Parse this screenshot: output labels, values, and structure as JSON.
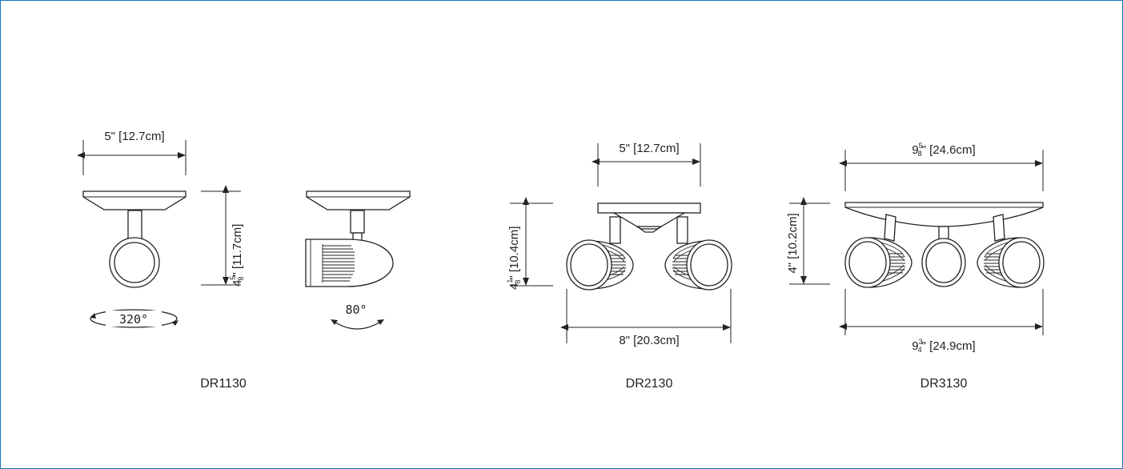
{
  "colors": {
    "border": "#1b72b8",
    "line": "#222222",
    "background": "#ffffff"
  },
  "models": [
    {
      "name": "DR1130",
      "dims": {
        "width": "5\" [12.7cm]",
        "height_whole": "4",
        "height_frac_num": "5",
        "height_frac_den": "8",
        "height_rest": "\" [11.7cm]"
      },
      "rotation_label": "320°",
      "tilt_label": "80°"
    },
    {
      "name": "DR2130",
      "dims": {
        "canopy_width": "5\" [12.7cm]",
        "height_whole": "4",
        "height_frac_num": "1",
        "height_frac_den": "8",
        "height_rest": "\" [10.4cm]",
        "overall_width": "8\" [20.3cm]"
      }
    },
    {
      "name": "DR3130",
      "dims": {
        "top_whole": "9",
        "top_frac_num": "5",
        "top_frac_den": "8",
        "top_rest": "\" [24.6cm]",
        "height": "4\" [10.2cm]",
        "bottom_whole": "9",
        "bottom_frac_num": "3",
        "bottom_frac_den": "4",
        "bottom_rest": "\" [24.9cm]"
      }
    }
  ]
}
